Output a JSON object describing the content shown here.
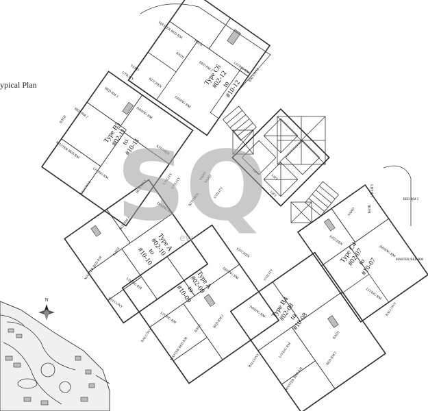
{
  "title": "ypical Plan",
  "north": "N",
  "watermark": {
    "mark": "SQ",
    "text": "ew"
  },
  "units": [
    {
      "type": "Type C6",
      "nos": "#02-12",
      "to": "to",
      "end": "#10-12"
    },
    {
      "type": "Type B5",
      "nos": "#02-11",
      "to": "to",
      "end": "#10-11"
    },
    {
      "type": "Type A",
      "nos": "#02-10",
      "to": "to",
      "end": "#10-10"
    },
    {
      "type": "Type A",
      "nos": "#02-09",
      "to": "to",
      "end": "#10-09"
    },
    {
      "type": "Type B4",
      "nos": "#02-08",
      "to": "to",
      "end": "#10-08"
    },
    {
      "type": "Type C4",
      "nos": "#02-07",
      "to": "to",
      "end": "#10-07"
    }
  ],
  "rooms": [
    "MASTER BED RM",
    "BATH",
    "YARD",
    "UTILITY",
    "BATH",
    "BED RM 2",
    "LIVING RM",
    "BALCONY",
    "BED RM 3",
    "KITCHEN",
    "DINING RM",
    "BED RM 2",
    "BATH",
    "MASTER BED RM",
    "DINING RM",
    "LIVING RM",
    "BALCONY",
    "KITCHEN",
    "UTILITY",
    "BED RM 3",
    "YARD",
    "DINING RM",
    "BED RM 2",
    "BATH",
    "MASTER BED RM",
    "LIVING RM",
    "BALCONY",
    "UTILITY",
    "KITCHEN",
    "DINING RM",
    "YARD",
    "UTILITY",
    "LIVING RM",
    "BATH",
    "BED RM 2",
    "MASTER BED RM",
    "BALCONY",
    "KITCHEN",
    "DINING RM",
    "UTILITY",
    "LIVING RM",
    "BALCONY",
    "BED RM 2",
    "MASTER BED RM",
    "BATH",
    "UTILITY",
    "BATH",
    "BED RM 2",
    "YARD",
    "KITCHEN",
    "DINING RM",
    "MASTER BED RM",
    "LIVING RM",
    "BALCONY",
    "LIFT",
    "LIFT",
    "LIFT"
  ]
}
